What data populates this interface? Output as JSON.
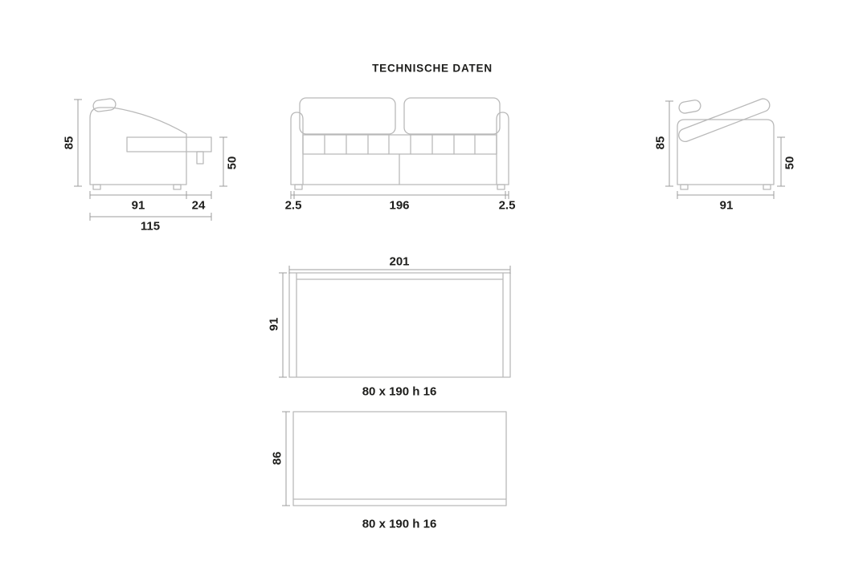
{
  "title": "TECHNISCHE DATEN",
  "colors": {
    "text": "#1d1d1b",
    "drawing_line": "#b9b9b9",
    "dimension_line": "#9c9c9c",
    "background": "#ffffff"
  },
  "views": {
    "side_view": {
      "height": "85",
      "mattress_height": "50",
      "seat_depth": "91",
      "extension_depth": "24",
      "total_depth": "115"
    },
    "front_view": {
      "left_arm": "2.5",
      "inner_width": "196",
      "right_arm": "2.5"
    },
    "open_side_view": {
      "height": "85",
      "bed_height": "50",
      "depth": "91"
    },
    "top_view": {
      "width": "201",
      "depth": "91",
      "caption": "80 x 190 h 16"
    },
    "bed_view": {
      "depth": "86",
      "caption": "80 x 190 h 16"
    }
  }
}
